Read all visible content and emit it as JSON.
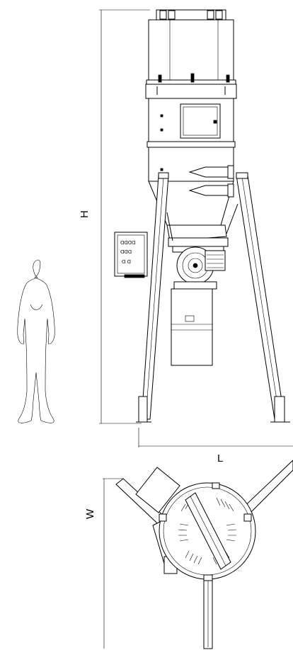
{
  "drawing": {
    "labels": {
      "height": "H",
      "length": "L",
      "width": "W"
    },
    "control_panel_marks": {
      "row1": "ᗡᗡᗡᗡ",
      "row2": "ᗡᗡᗡ",
      "row3": "ᗡ ᗡ"
    }
  }
}
